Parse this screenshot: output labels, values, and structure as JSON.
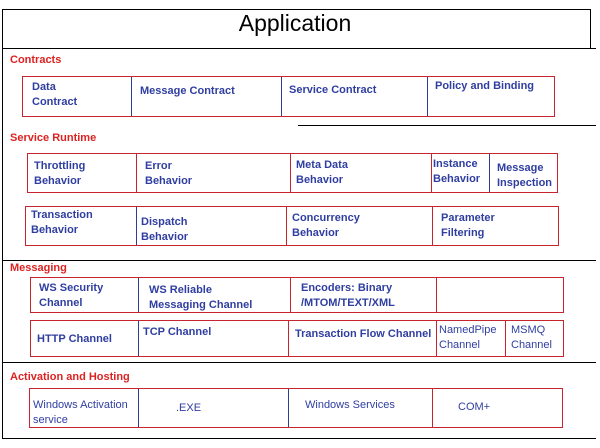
{
  "title": "Application",
  "sections": {
    "contracts": "Contracts",
    "service_runtime": "Service Runtime",
    "messaging": "Messaging",
    "activation": "Activation and Hosting"
  },
  "contracts": {
    "data_contract": "Data\nContract",
    "message_contract": "Message Contract",
    "service_contract": "Service Contract",
    "policy_binding": "Policy and Binding"
  },
  "runtime": {
    "throttling": "Throttling\nBehavior",
    "error": "Error\nBehavior",
    "meta_data": "Meta Data\nBehavior",
    "instance": "Instance\nBehavior",
    "message_inspection": "Message\nInspection",
    "transaction": "Transaction\nBehavior",
    "dispatch": "Dispatch\nBehavior",
    "concurrency": "Concurrency\nBehavior",
    "parameter_filtering": "Parameter\nFiltering"
  },
  "messaging": {
    "ws_security": "WS Security\nChannel",
    "ws_reliable": "WS Reliable\nMessaging Channel",
    "encoders": "Encoders: Binary\n/MTOM/TEXT/XML",
    "http": "HTTP Channel",
    "tcp": "TCP Channel",
    "transaction_flow": "Transaction Flow Channel",
    "named_pipe": "NamedPipe\nChannel",
    "msmq": "MSMQ\nChannel"
  },
  "activation": {
    "was": "Windows Activation\nservice",
    "exe": ".EXE",
    "windows_services": "Windows Services",
    "com": "COM+"
  }
}
